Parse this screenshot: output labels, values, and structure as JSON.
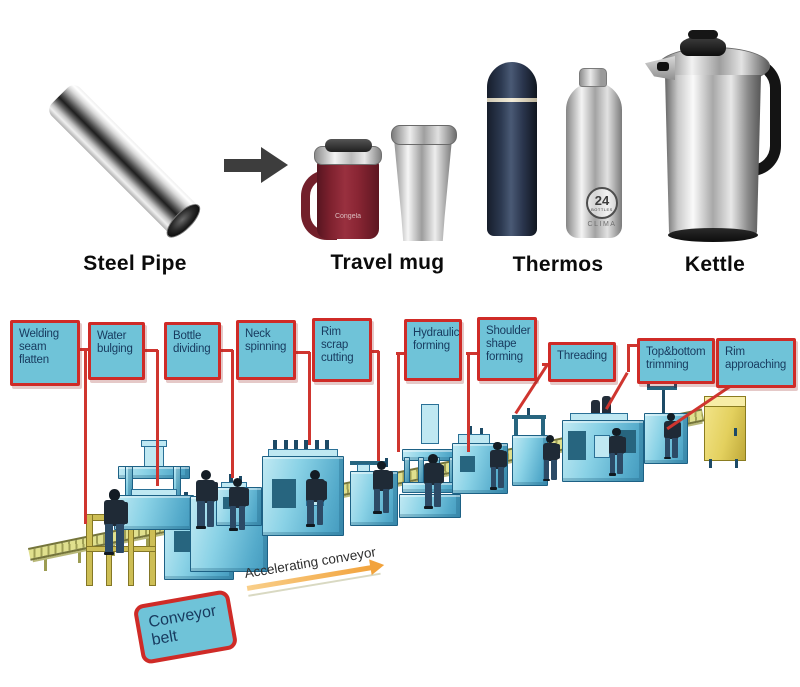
{
  "top_row": {
    "steel_pipe_label": "Steel Pipe",
    "travel_mug_label": "Travel mug",
    "thermos_label": "Thermos",
    "kettle_label": "Kettle",
    "mug_brand_text": "Congela",
    "bottle_logo_number": "24",
    "bottle_logo_sub": "BOTTLES",
    "bottle_model_text": "CLIMA"
  },
  "process": {
    "stations": [
      {
        "id": "welding-seam-flatten",
        "label": "Welding seam flatten"
      },
      {
        "id": "water-bulging",
        "label": "Water bulging"
      },
      {
        "id": "bottle-dividing",
        "label": "Bottle dividing"
      },
      {
        "id": "neck-spinning",
        "label": "Neck spinning"
      },
      {
        "id": "rim-scrap-cutting",
        "label": "Rim scrap cutting"
      },
      {
        "id": "hydraulic-forming",
        "label": "Hydraulic forming"
      },
      {
        "id": "shoulder-shape-forming",
        "label": "Shoulder shape forming"
      },
      {
        "id": "threading",
        "label": "Threading"
      },
      {
        "id": "top-bottom-trimming",
        "label": "Top&bottom trimming"
      },
      {
        "id": "rim-approaching",
        "label": "Rim approaching"
      }
    ],
    "conveyor_belt_label": "Conveyor belt",
    "accelerating_conveyor_label": "Accelerating conveyor"
  },
  "colors": {
    "station_box_fill": "#6fc3d8",
    "station_box_border": "#cf2b27",
    "connector_red": "#cf352f",
    "machine_blue": "#7fcde3",
    "conveyor_yellow": "#d8d87e",
    "accel_arrow_orange": "#f2a33c"
  }
}
